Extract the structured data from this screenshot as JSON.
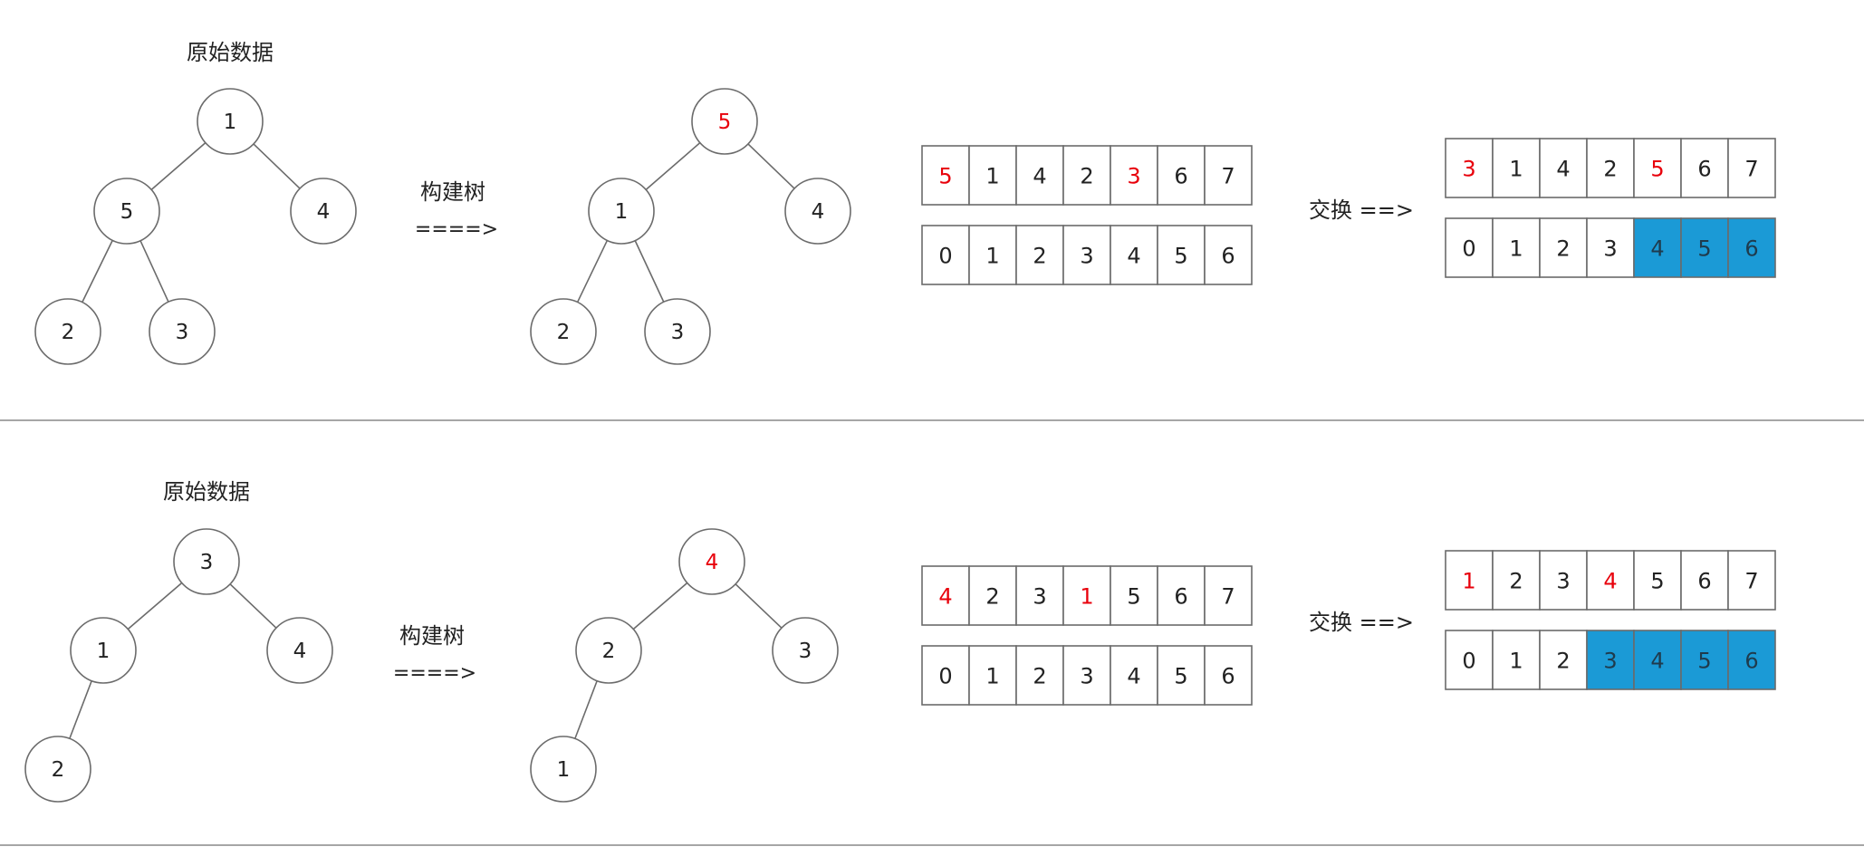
{
  "colors": {
    "line": "#6b6b6b",
    "text": "#222222",
    "highlight_text": "#e8000b",
    "sorted_fill": "#1b9ad6",
    "divider": "#888888",
    "background": "#ffffff"
  },
  "rows": [
    {
      "title": "原始数据",
      "build_label": "构建树",
      "build_arrow": "====>",
      "swap_label": "交换 ==>",
      "original_tree": {
        "nodes": [
          {
            "id": "n0",
            "label": "1"
          },
          {
            "id": "n1",
            "label": "5"
          },
          {
            "id": "n2",
            "label": "4"
          },
          {
            "id": "n3",
            "label": "2"
          },
          {
            "id": "n4",
            "label": "3"
          }
        ],
        "edges": [
          [
            "n0",
            "n1"
          ],
          [
            "n0",
            "n2"
          ],
          [
            "n1",
            "n3"
          ],
          [
            "n1",
            "n4"
          ]
        ]
      },
      "built_tree": {
        "nodes": [
          {
            "id": "n0",
            "label": "5",
            "highlight": true
          },
          {
            "id": "n1",
            "label": "1"
          },
          {
            "id": "n2",
            "label": "4"
          },
          {
            "id": "n3",
            "label": "2"
          },
          {
            "id": "n4",
            "label": "3"
          }
        ],
        "edges": [
          [
            "n0",
            "n1"
          ],
          [
            "n0",
            "n2"
          ],
          [
            "n1",
            "n3"
          ],
          [
            "n1",
            "n4"
          ]
        ]
      },
      "built_array": {
        "values": [
          {
            "v": "5",
            "highlight": true
          },
          {
            "v": "1"
          },
          {
            "v": "4"
          },
          {
            "v": "2"
          },
          {
            "v": "3",
            "highlight": true
          },
          {
            "v": "6"
          },
          {
            "v": "7"
          }
        ],
        "indices": [
          "0",
          "1",
          "2",
          "3",
          "4",
          "5",
          "6"
        ]
      },
      "swapped_array": {
        "values": [
          {
            "v": "3",
            "highlight": true
          },
          {
            "v": "1"
          },
          {
            "v": "4"
          },
          {
            "v": "2"
          },
          {
            "v": "5",
            "highlight": true
          },
          {
            "v": "6"
          },
          {
            "v": "7"
          }
        ],
        "indices": [
          {
            "v": "0"
          },
          {
            "v": "1"
          },
          {
            "v": "2"
          },
          {
            "v": "3"
          },
          {
            "v": "4",
            "sorted": true
          },
          {
            "v": "5",
            "sorted": true
          },
          {
            "v": "6",
            "sorted": true
          }
        ]
      }
    },
    {
      "title": "原始数据",
      "build_label": "构建树",
      "build_arrow": "====>",
      "swap_label": "交换 ==>",
      "original_tree": {
        "nodes": [
          {
            "id": "n0",
            "label": "3"
          },
          {
            "id": "n1",
            "label": "1"
          },
          {
            "id": "n2",
            "label": "4"
          },
          {
            "id": "n3",
            "label": "2"
          }
        ],
        "edges": [
          [
            "n0",
            "n1"
          ],
          [
            "n0",
            "n2"
          ],
          [
            "n1",
            "n3"
          ]
        ]
      },
      "built_tree": {
        "nodes": [
          {
            "id": "n0",
            "label": "4",
            "highlight": true
          },
          {
            "id": "n1",
            "label": "2"
          },
          {
            "id": "n2",
            "label": "3"
          },
          {
            "id": "n3",
            "label": "1"
          }
        ],
        "edges": [
          [
            "n0",
            "n1"
          ],
          [
            "n0",
            "n2"
          ],
          [
            "n1",
            "n3"
          ]
        ]
      },
      "built_array": {
        "values": [
          {
            "v": "4",
            "highlight": true
          },
          {
            "v": "2"
          },
          {
            "v": "3"
          },
          {
            "v": "1",
            "highlight": true
          },
          {
            "v": "5"
          },
          {
            "v": "6"
          },
          {
            "v": "7"
          }
        ],
        "indices": [
          "0",
          "1",
          "2",
          "3",
          "4",
          "5",
          "6"
        ]
      },
      "swapped_array": {
        "values": [
          {
            "v": "1",
            "highlight": true
          },
          {
            "v": "2"
          },
          {
            "v": "3"
          },
          {
            "v": "4",
            "highlight": true
          },
          {
            "v": "5"
          },
          {
            "v": "6"
          },
          {
            "v": "7"
          }
        ],
        "indices": [
          {
            "v": "0"
          },
          {
            "v": "1"
          },
          {
            "v": "2"
          },
          {
            "v": "3",
            "sorted": true
          },
          {
            "v": "4",
            "sorted": true
          },
          {
            "v": "5",
            "sorted": true
          },
          {
            "v": "6",
            "sorted": true
          }
        ]
      }
    }
  ]
}
